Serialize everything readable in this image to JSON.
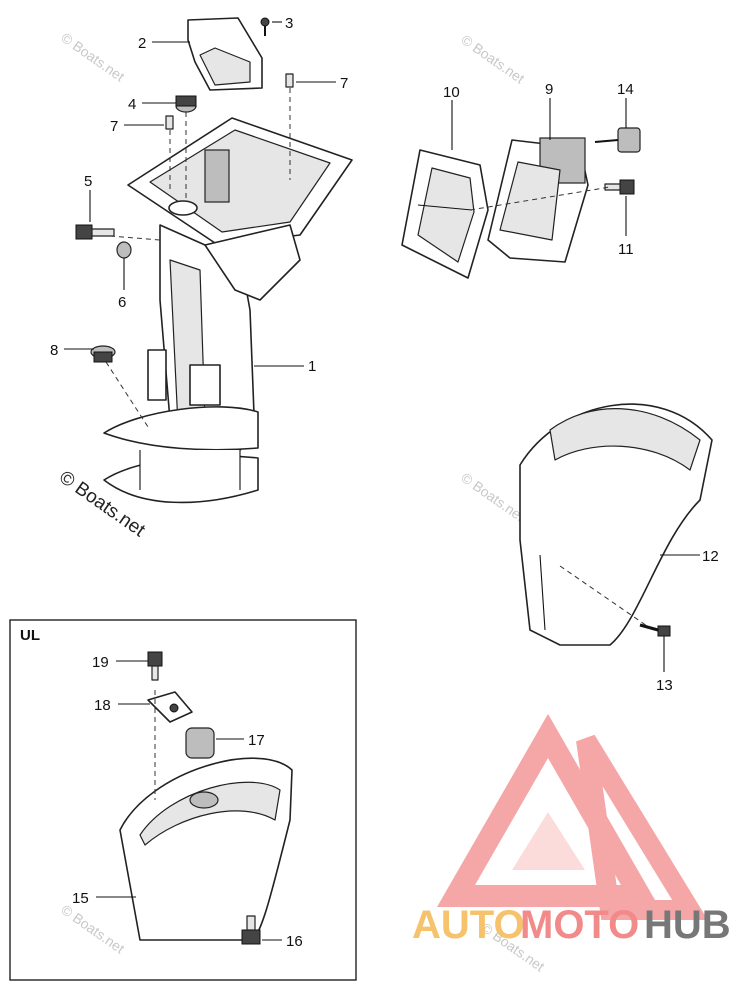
{
  "callouts": {
    "c1": "1",
    "c2": "2",
    "c3": "3",
    "c4": "4",
    "c5": "5",
    "c6": "6",
    "c7a": "7",
    "c7b": "7",
    "c8": "8",
    "c9": "9",
    "c10": "10",
    "c11": "11",
    "c12": "12",
    "c13": "13",
    "c14": "14",
    "c15": "15",
    "c16": "16",
    "c17": "17",
    "c18": "18",
    "c19": "19"
  },
  "inset_label": "UL",
  "watermarks": {
    "small": "© Boats.net",
    "large": "© Boats.net"
  },
  "brand": {
    "part1": "AUTO",
    "part2": "MOTO",
    "part3": "HUB",
    "colors": {
      "auto": "#f6c26b",
      "moto": "#f28a8a",
      "hub": "#777777",
      "logo": "#f28a8a"
    }
  }
}
